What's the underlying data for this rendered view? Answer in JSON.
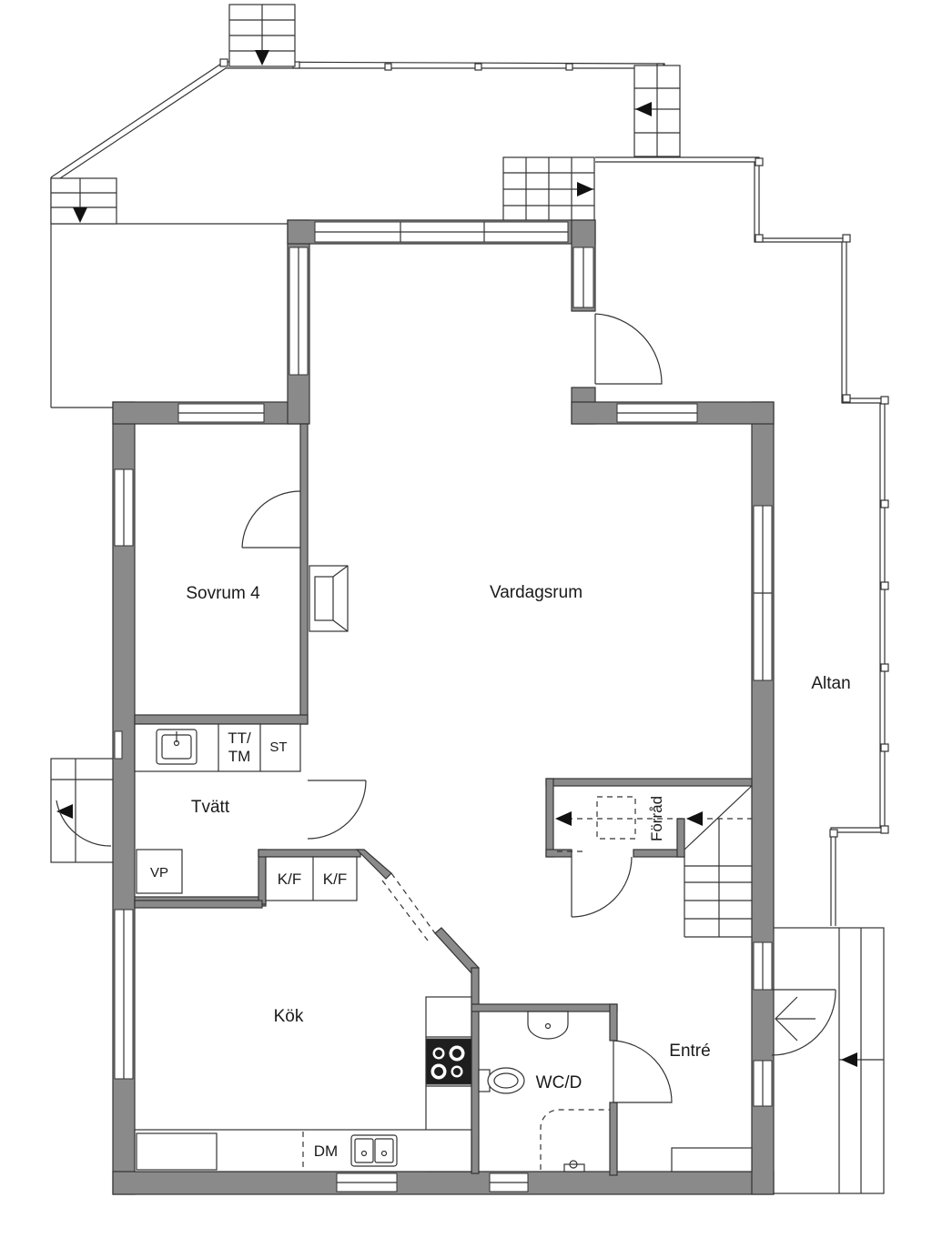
{
  "rooms": {
    "sovrum4": "Sovrum 4",
    "vardagsrum": "Vardagsrum",
    "altan": "Altan",
    "tvatt": "Tvätt",
    "forrad": "Förråd",
    "kok": "Kök",
    "wcd": "WC/D",
    "entre": "Entré"
  },
  "fixtures": {
    "tt_line1": "TT/",
    "tt_line2": "TM",
    "st": "ST",
    "vp": "VP",
    "kf1": "K/F",
    "kf2": "K/F",
    "dm": "DM"
  },
  "colors": {
    "wall_fill": "#8a8a8a",
    "line": "#333333"
  }
}
